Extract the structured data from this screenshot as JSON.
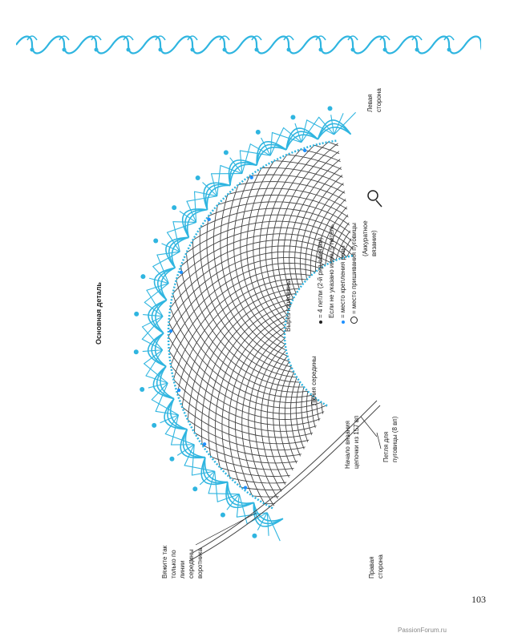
{
  "page_number": "103",
  "watermark": "PassionForum.ru",
  "diagram": {
    "title": "Основная деталь",
    "labels": {
      "center_line": "Линия середины",
      "neckline": "Вырез горловины",
      "chain_start": "Начало вязания цепочки из 157 вп",
      "button_loop": "Петля для пуговицы (8 вп)",
      "right_side": "Правая сторона",
      "left_side": "Левая сторона",
      "knit_note": "Вяжите так только по линии середины воротника",
      "careful_note": "(Аккуратное вязание)"
    },
    "legend": [
      {
        "symbol": "dot-icon",
        "text": "= 4 петли (2-й ряд обвязки)."
      },
      {
        "symbol": "",
        "text": "Если не указано иное, 5 петель"
      },
      {
        "symbol": "dot-blue-icon",
        "text": "= место крепления розы"
      },
      {
        "symbol": "ring-icon",
        "text": "= место пришивания пуговицы"
      }
    ]
  },
  "colors": {
    "accent": "#2fb5e0",
    "mesh": "#444444",
    "ink": "#222222"
  }
}
